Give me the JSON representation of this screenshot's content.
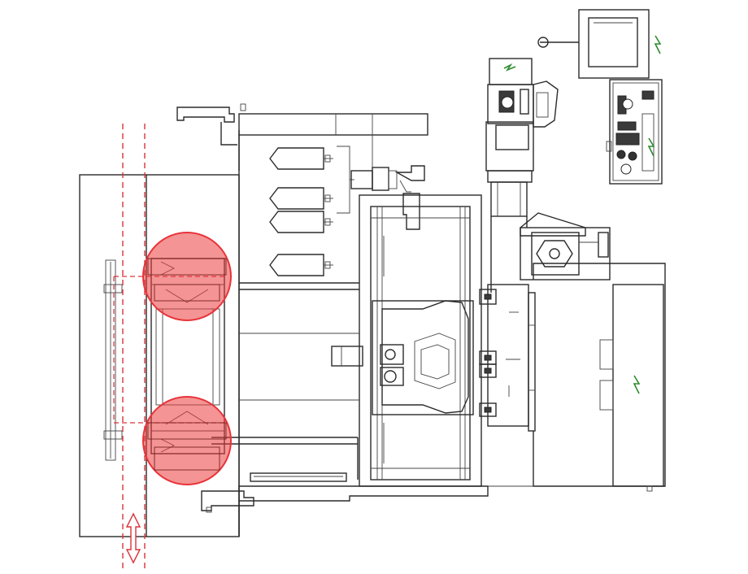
{
  "diagram": {
    "kind": "machine-top-view-line-drawing",
    "highlight_color": "#e8333a",
    "highlight_fill": "rgba(235,60,60,0.55)",
    "guide_line_color": "#d9343a",
    "electrical_symbol_color": "#2e8b2e",
    "highlights": [
      {
        "id": "upper-clamp-zone"
      },
      {
        "id": "lower-clamp-zone"
      }
    ],
    "electrical_symbols": [
      "monitor-panel",
      "head-unit",
      "side-cabinet",
      "right-cabinet"
    ],
    "motion_indicator": "double-arrow-vertical"
  }
}
